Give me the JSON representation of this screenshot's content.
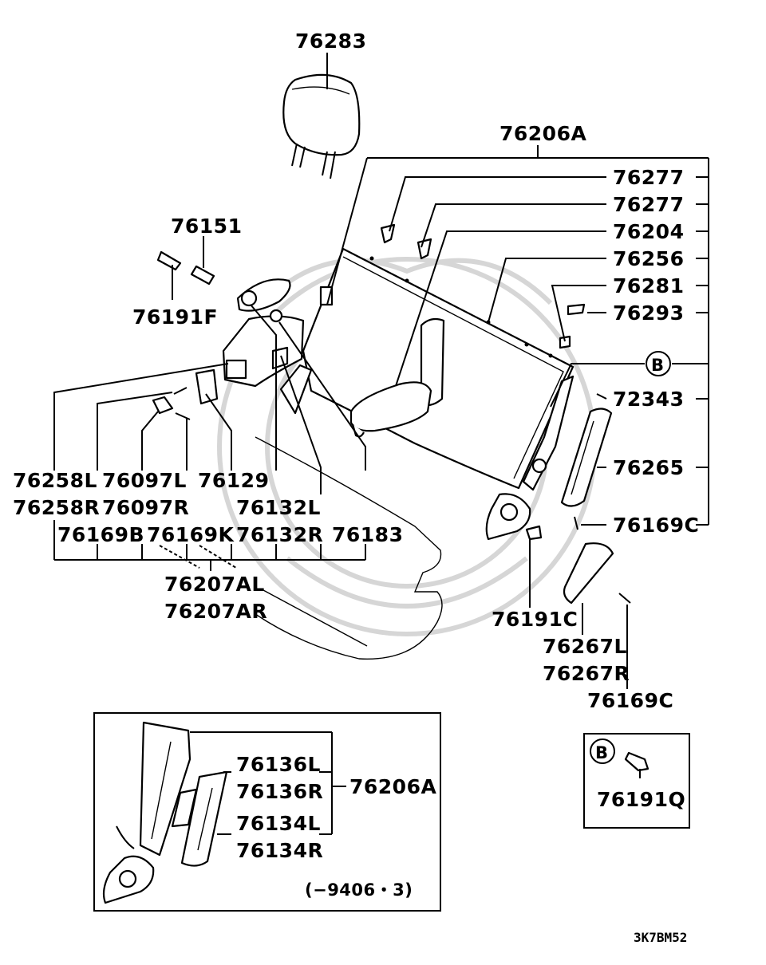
{
  "diagram": {
    "drawing_code": "3K7BM52",
    "inset_note": "(−9406・3)",
    "ref_marker": "B",
    "labels": {
      "p76283": "76283",
      "p76206A": "76206A",
      "p76277a": "76277",
      "p76277b": "76277",
      "p76204": "76204",
      "p76256": "76256",
      "p76281": "76281",
      "p76293": "76293",
      "p72343": "72343",
      "p76265": "76265",
      "p76169C_a": "76169C",
      "p76151": "76151",
      "p76191F": "76191F",
      "p76258L": "76258L",
      "p76258R": "76258R",
      "p76097L": "76097L",
      "p76097R": "76097R",
      "p76129": "76129",
      "p76132L": "76132L",
      "p76132R": "76132R",
      "p76183": "76183",
      "p76169B": "76169B",
      "p76169K": "76169K",
      "p76207AL": "76207AL",
      "p76207AR": "76207AR",
      "p76191C": "76191C",
      "p76267L": "76267L",
      "p76267R": "76267R",
      "p76169C_b": "76169C",
      "p76191Q": "76191Q",
      "p76136L": "76136L",
      "p76136R": "76136R",
      "p76206A_inset": "76206A",
      "p76134L": "76134L",
      "p76134R": "76134R"
    }
  }
}
